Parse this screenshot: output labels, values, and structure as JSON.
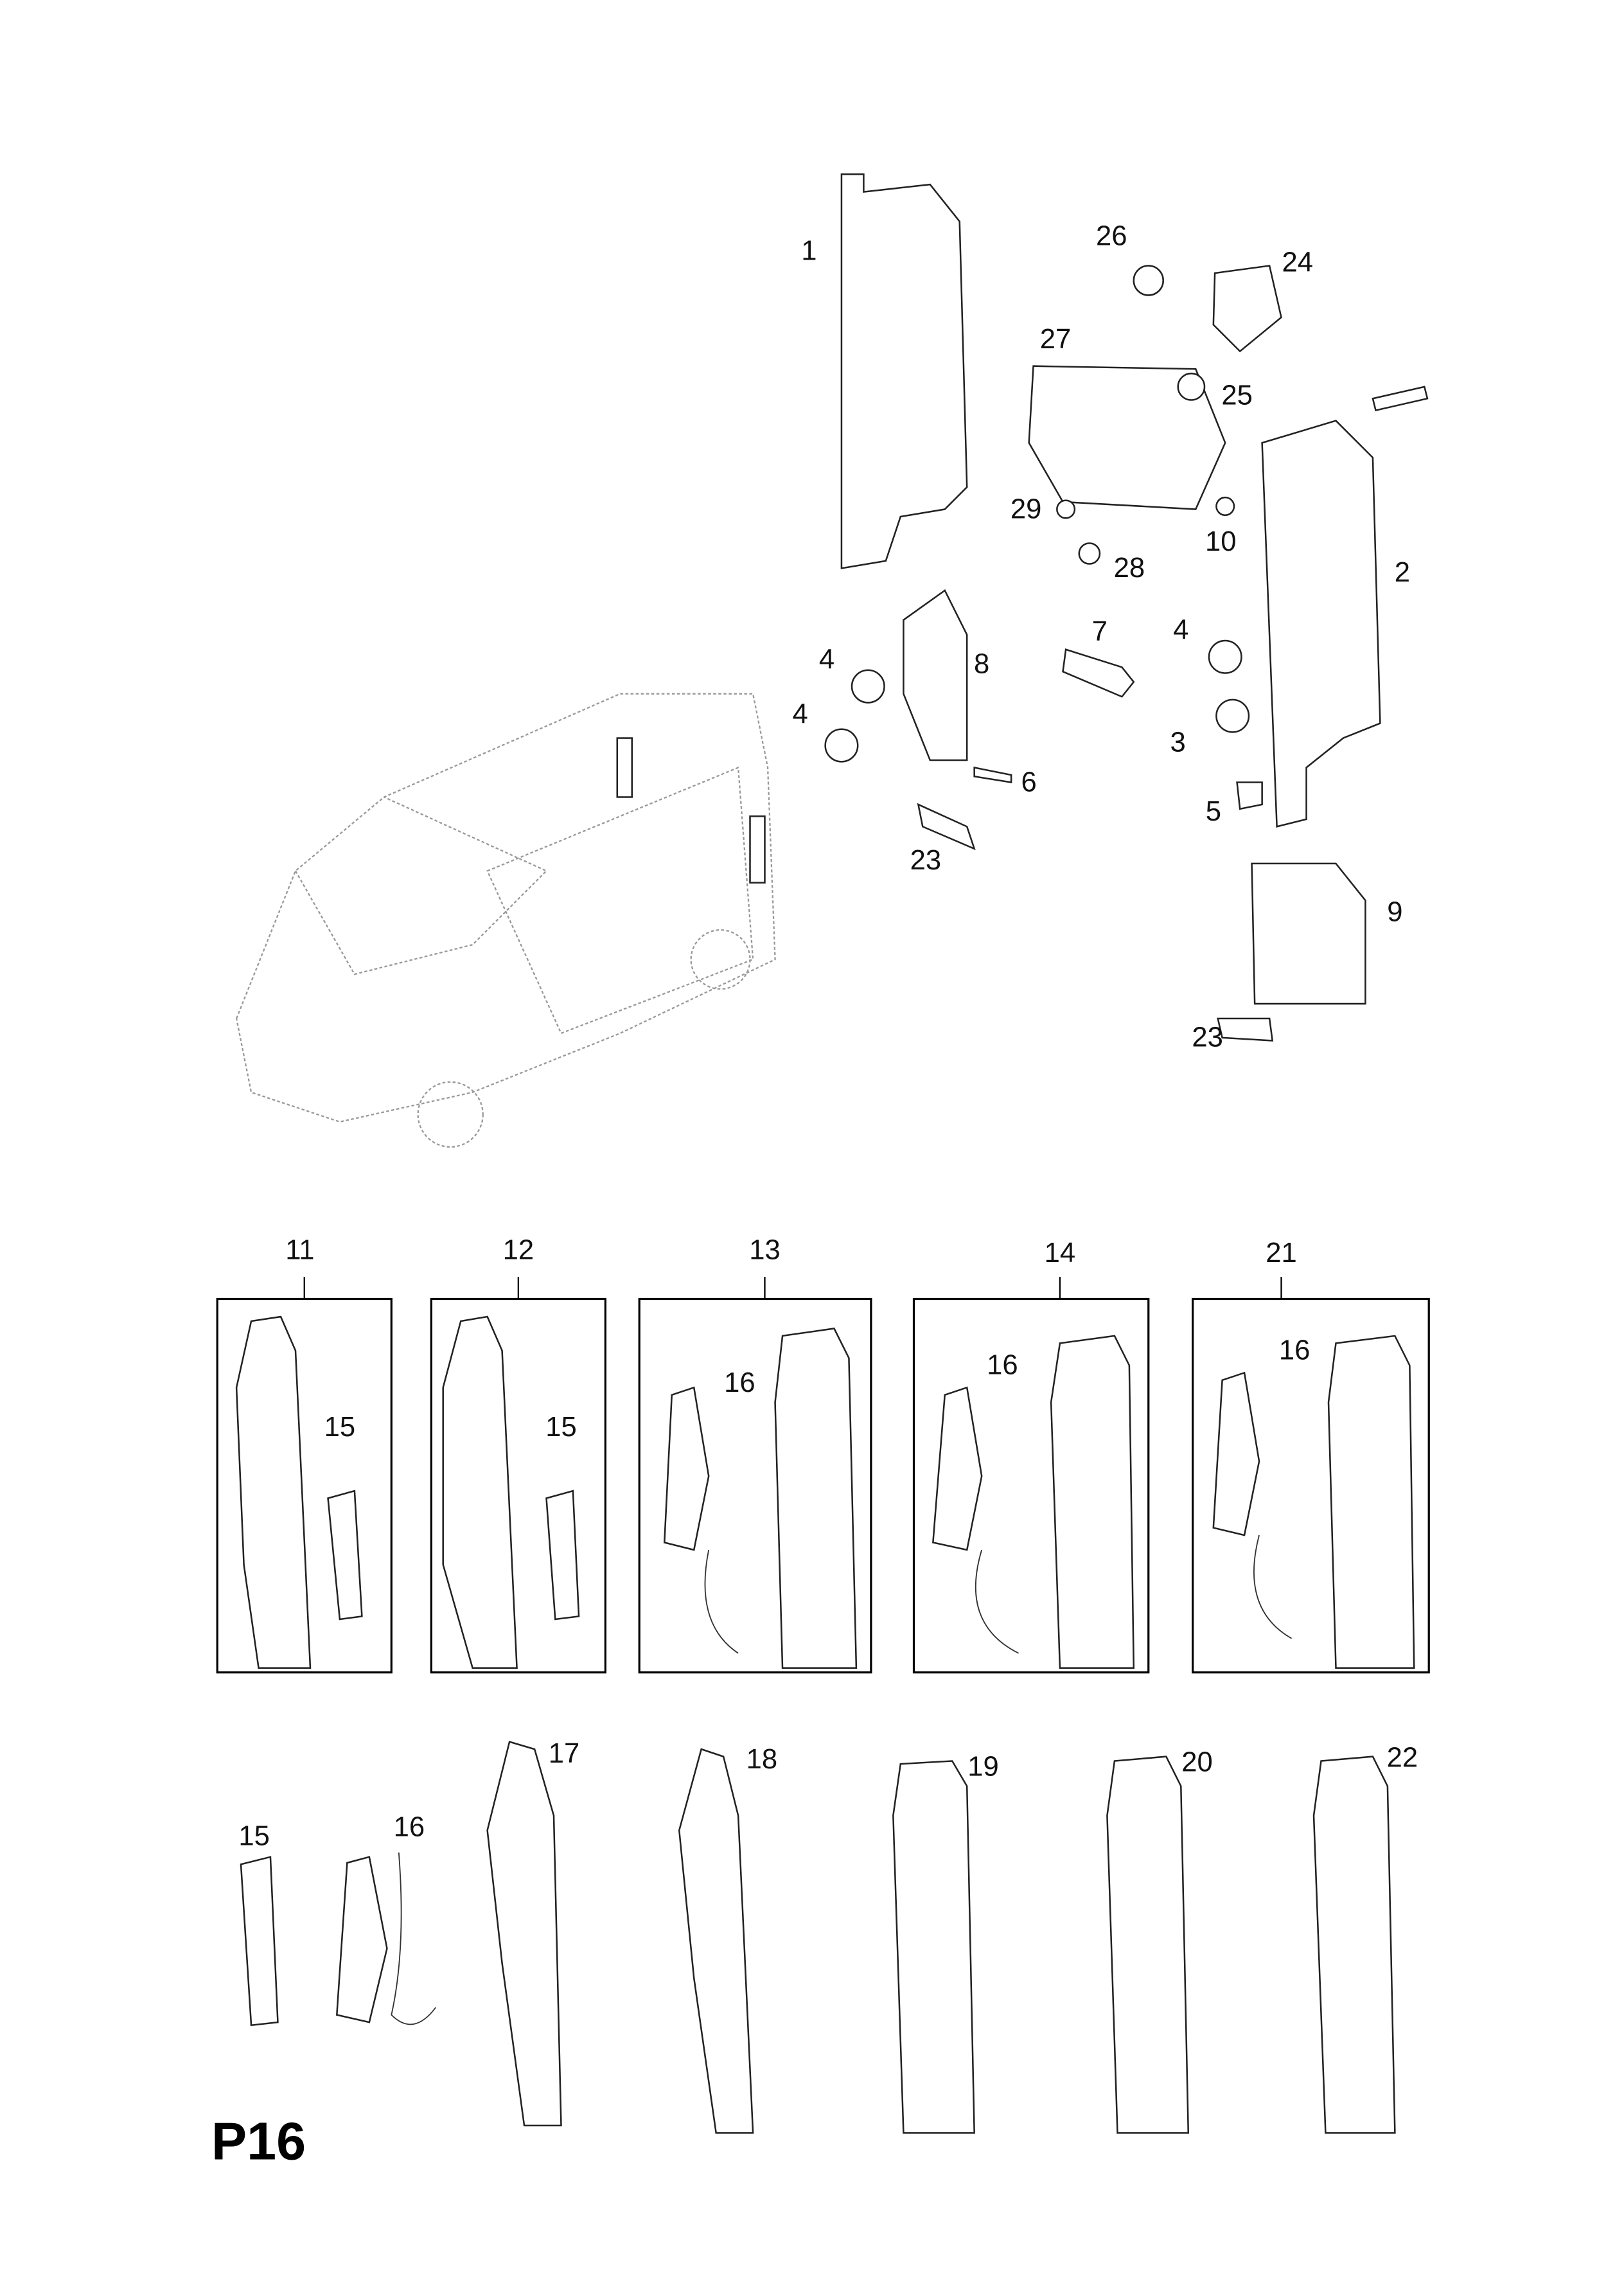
{
  "page_code": "P16",
  "callouts": {
    "main": [
      "1",
      "26",
      "24",
      "27",
      "25",
      "29",
      "10",
      "28",
      "2",
      "4",
      "8",
      "7",
      "4",
      "4",
      "3",
      "6",
      "5",
      "23",
      "9",
      "23"
    ],
    "groups": [
      "11",
      "12",
      "13",
      "14",
      "21"
    ],
    "group_inner": [
      "15",
      "15",
      "16",
      "16",
      "16"
    ],
    "bottom": [
      "15",
      "16",
      "17",
      "18",
      "19",
      "20",
      "22"
    ]
  }
}
